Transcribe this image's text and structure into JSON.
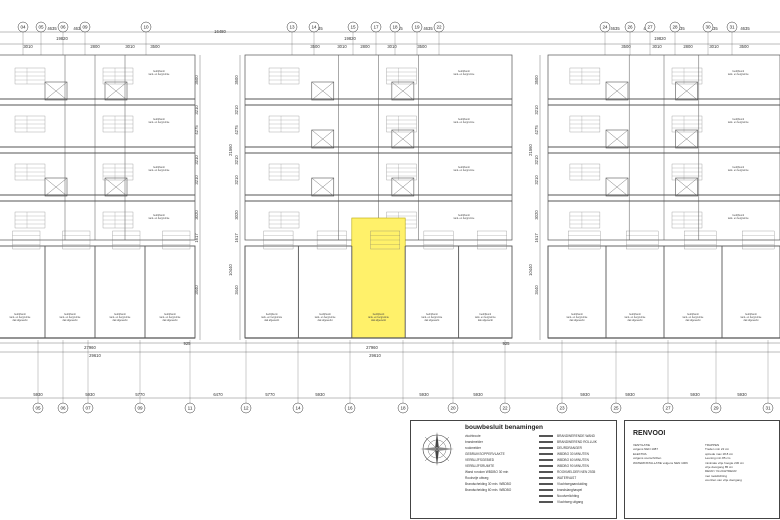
{
  "top_axes": [
    "04",
    "05",
    "06",
    "09",
    "10",
    "13",
    "14",
    "15",
    "17",
    "18",
    "19",
    "22",
    "24",
    "26",
    "27",
    "28",
    "30",
    "31"
  ],
  "bottom_axes": [
    "05",
    "06",
    "07",
    "09",
    "11",
    "12",
    "14",
    "16",
    "18",
    "20",
    "22",
    "23",
    "25",
    "27",
    "29",
    "31"
  ],
  "top_dims": {
    "total_a": "19820",
    "total_b": "19820",
    "total_c": "19820",
    "seg_a": [
      "4635",
      "4635"
    ],
    "seg_b": [
      "4635",
      "4635",
      "4635",
      "4635"
    ],
    "seg_c": [
      "4635",
      "4635",
      "4635",
      "4635",
      "4635"
    ],
    "span_a": [
      "3010",
      "2800",
      "3010",
      "3500"
    ],
    "span_b": [
      "3500",
      "3010",
      "2800",
      "3010",
      "3500"
    ],
    "span_c": [
      "3500",
      "3010",
      "2800",
      "3010",
      "3500"
    ],
    "between": "16480"
  },
  "side_dims": [
    "3500",
    "3210",
    "4275",
    "3210",
    "3210",
    "3020",
    "1617",
    "3440"
  ],
  "side_total": "21560",
  "side_lower_total": "10440",
  "bottom_dims": {
    "span_a": "27960",
    "span_b": "27960",
    "tot_a": "29610",
    "tot_b": "29610",
    "row_a": [
      "5930",
      "5930",
      "5770",
      "6470"
    ],
    "row_b": [
      "5770",
      "5930",
      "5930",
      "5930"
    ],
    "row_c": [
      "5930",
      "5930",
      "5930",
      "5930"
    ],
    "edge_a": "925",
    "edge_b": "925"
  },
  "legend": {
    "title": "bouwbesluit benamingen",
    "col1": [
      "vluchtroute",
      "brandmelder",
      "rookmelder",
      "GEBRUIKSOPPERVLAKTE",
      "VERBLIJFSGEBIED",
      "VERBLIJFSRUIMTE",
      "Wand rondom WBDBO 30 min",
      "Rookvrije uitweg",
      "Brandscheiding 30 min. WBDBO",
      "Brandscheiding 60 min. WBDBO"
    ],
    "col2": [
      "BRANDWERENDE WAND",
      "BRANDWEREND ROLLUIK",
      "DEURDRANGER",
      "WBDBO 30 MINUTEN",
      "WBDBO 60 MINUTEN",
      "WBDBO 90 MINUTEN",
      "ROOKMELDER NEN 2535",
      "WATERVAST",
      "Vluchtwegaanduiding",
      "brandslanghaspel",
      "Noodverlichting",
      "Vluchtweg uitgang"
    ]
  },
  "renvooi": {
    "title": "RENVOOI",
    "col1": [
      "VENTILATIE",
      "volgens NEN 1087",
      "ELEKTRA",
      "volgens voorschriften",
      "WATERINSTALLATIE volgens NEN 1006"
    ],
    "col2": [
      "TRAPPEN",
      "Treden min 22 cm",
      "optrede max 18.8 cm",
      "Leuning min 85 cm",
      "minimale vrije hoogte 230 cm",
      "vrije doorgang 85 cm",
      "DEUR / VLUCHTDEUR",
      "met rookdichting",
      "voorzien van vrije doorgang"
    ]
  },
  "room_labels": [
    "bedrijfsunit",
    "tank- en bergruimte",
    "dak afgewerkt"
  ],
  "highlight_color": "#fff16a",
  "line_color": "#555555"
}
